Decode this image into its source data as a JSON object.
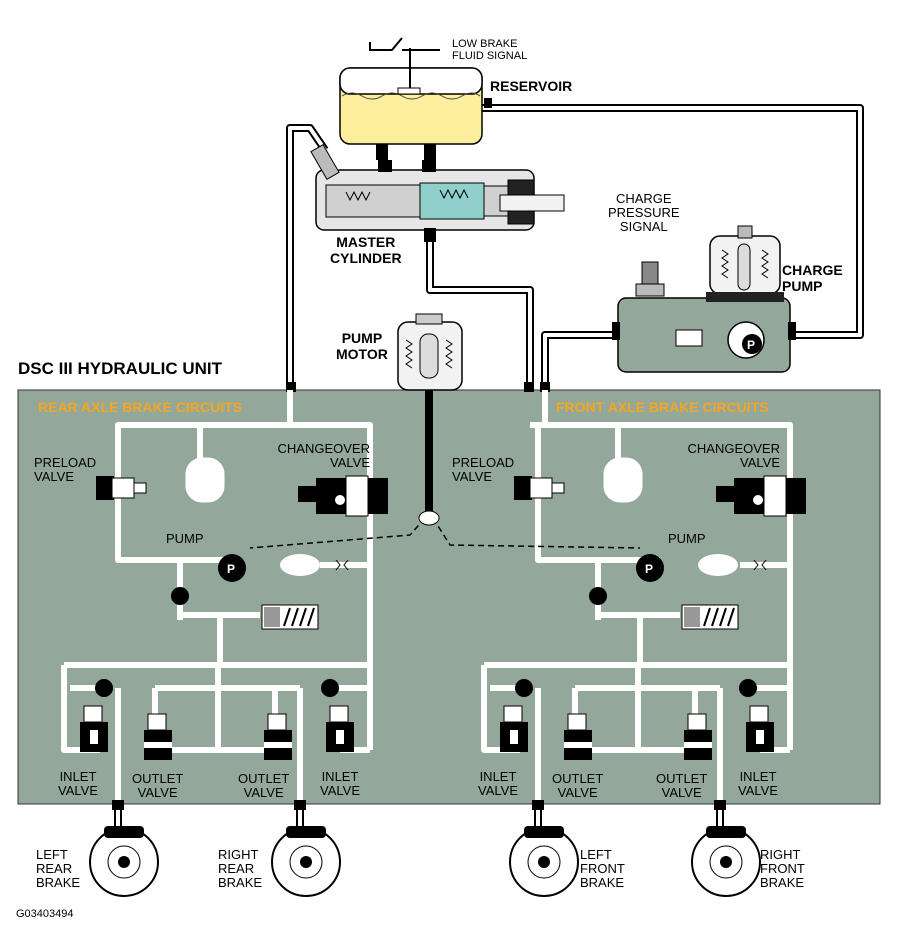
{
  "figure_code": "G03403494",
  "unit_title": "DSC III HYDRAULIC UNIT",
  "labels": {
    "low_brake_fluid_signal": [
      "LOW BRAKE",
      "FLUID SIGNAL"
    ],
    "reservoir": "RESERVOIR",
    "master_cylinder": [
      "MASTER",
      "CYLINDER"
    ],
    "charge_pressure_signal": [
      "CHARGE",
      "PRESSURE",
      "SIGNAL"
    ],
    "charge_pump": [
      "CHARGE",
      "PUMP"
    ],
    "pump_motor": [
      "PUMP",
      "MOTOR"
    ],
    "rear_axle_circuits": "REAR AXLE BRAKE CIRCUITS",
    "front_axle_circuits": "FRONT AXLE BRAKE CIRCUITS",
    "preload_valve": [
      "PRELOAD",
      "VALVE"
    ],
    "changeover_valve": [
      "CHANGEOVER",
      "VALVE"
    ],
    "pump": "PUMP",
    "inlet_valve": [
      "INLET",
      "VALVE"
    ],
    "outlet_valve": [
      "OUTLET",
      "VALVE"
    ],
    "pump_symbol": "P",
    "left_rear_brake": [
      "LEFT",
      "REAR",
      "BRAKE"
    ],
    "right_rear_brake": [
      "RIGHT",
      "REAR",
      "BRAKE"
    ],
    "left_front_brake": [
      "LEFT",
      "FRONT",
      "BRAKE"
    ],
    "right_front_brake": [
      "RIGHT",
      "FRONT",
      "BRAKE"
    ]
  },
  "colors": {
    "unit_fill": "#93a89a",
    "line": "#ffffff",
    "fluid": "#fbee9c",
    "accent": "#f5a623"
  }
}
